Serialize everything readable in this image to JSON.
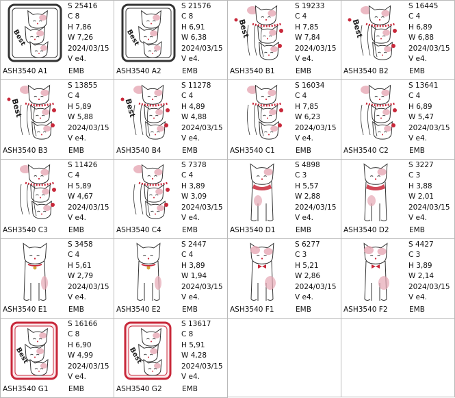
{
  "designs": [
    {
      "code": "ASH3540  A1",
      "format": "EMB",
      "s": "S  25416",
      "c": "C  8",
      "h": "H  7,86",
      "w": "W  7,26",
      "date": "2024/03/15",
      "v": "V  e4.",
      "kind": "frame-cats"
    },
    {
      "code": "ASH3540  A2",
      "format": "EMB",
      "s": "S  21576",
      "c": "C  8",
      "h": "H  6,91",
      "w": "W  6,38",
      "date": "2024/03/15",
      "v": "V  e4.",
      "kind": "frame-cats"
    },
    {
      "code": "ASH3540  B1",
      "format": "EMB",
      "s": "S  19233",
      "c": "C  4",
      "h": "H  7,85",
      "w": "W  7,84",
      "date": "2024/03/15",
      "v": "V  e4.",
      "kind": "cats-text"
    },
    {
      "code": "ASH3540  B2",
      "format": "EMB",
      "s": "S  16445",
      "c": "C  4",
      "h": "H  6,89",
      "w": "W  6,88",
      "date": "2024/03/15",
      "v": "V  e4.",
      "kind": "cats-text"
    },
    {
      "code": "ASH3540  B3",
      "format": "EMB",
      "s": "S  13855",
      "c": "C  4",
      "h": "H  5,89",
      "w": "W  5,88",
      "date": "2024/03/15",
      "v": "V  e4.",
      "kind": "cats-text"
    },
    {
      "code": "ASH3540  B4",
      "format": "EMB",
      "s": "S  11278",
      "c": "C  4",
      "h": "H  4,89",
      "w": "W  4,88",
      "date": "2024/03/15",
      "v": "V  e4.",
      "kind": "cats-text"
    },
    {
      "code": "ASH3540  C1",
      "format": "EMB",
      "s": "S  16034",
      "c": "C  4",
      "h": "H  7,85",
      "w": "W  6,23",
      "date": "2024/03/15",
      "v": "V  e4.",
      "kind": "cats"
    },
    {
      "code": "ASH3540  C2",
      "format": "EMB",
      "s": "S  13641",
      "c": "C  4",
      "h": "H  6,89",
      "w": "W  5,47",
      "date": "2024/03/15",
      "v": "V  e4.",
      "kind": "cats"
    },
    {
      "code": "ASH3540  C3",
      "format": "EMB",
      "s": "S  11426",
      "c": "C  4",
      "h": "H  5,89",
      "w": "W  4,67",
      "date": "2024/03/15",
      "v": "V  e4.",
      "kind": "cats"
    },
    {
      "code": "ASH3540  C4",
      "format": "EMB",
      "s": "S  7378",
      "c": "C  4",
      "h": "H  3,89",
      "w": "W  3,09",
      "date": "2024/03/15",
      "v": "V  e4.",
      "kind": "cats"
    },
    {
      "code": "ASH3540  D1",
      "format": "EMB",
      "s": "S  4898",
      "c": "C  3",
      "h": "H  5,57",
      "w": "W  2,88",
      "date": "2024/03/15",
      "v": "V  e4.",
      "kind": "cat-scarf"
    },
    {
      "code": "ASH3540  D2",
      "format": "EMB",
      "s": "S  3227",
      "c": "C  3",
      "h": "H  3,88",
      "w": "W  2,01",
      "date": "2024/03/15",
      "v": "V  e4.",
      "kind": "cat-scarf"
    },
    {
      "code": "ASH3540  E1",
      "format": "EMB",
      "s": "S  3458",
      "c": "C  4",
      "h": "H  5,61",
      "w": "W  2,79",
      "date": "2024/03/15",
      "v": "V  e4.",
      "kind": "cat-bell"
    },
    {
      "code": "ASH3540  E2",
      "format": "EMB",
      "s": "S  2447",
      "c": "C  4",
      "h": "H  3,89",
      "w": "W  1,94",
      "date": "2024/03/15",
      "v": "V  e4.",
      "kind": "cat-bell"
    },
    {
      "code": "ASH3540  F1",
      "format": "EMB",
      "s": "S  6277",
      "c": "C  3",
      "h": "H  5,21",
      "w": "W  2,86",
      "date": "2024/03/15",
      "v": "V  e4.",
      "kind": "cat-bow"
    },
    {
      "code": "ASH3540  F2",
      "format": "EMB",
      "s": "S  4427",
      "c": "C  3",
      "h": "H  3,89",
      "w": "W  2,14",
      "date": "2024/03/15",
      "v": "V  e4.",
      "kind": "cat-bow"
    },
    {
      "code": "ASH3540  G1",
      "format": "EMB",
      "s": "S  16166",
      "c": "C  8",
      "h": "H  6,90",
      "w": "W  4,99",
      "date": "2024/03/15",
      "v": "V  e4.",
      "kind": "red-frame"
    },
    {
      "code": "ASH3540  G2",
      "format": "EMB",
      "s": "S  13617",
      "c": "C  8",
      "h": "H  5,91",
      "w": "W  4,28",
      "date": "2024/03/15",
      "v": "V  e4.",
      "kind": "red-frame"
    }
  ],
  "colors": {
    "border": "#b9b9b9",
    "pink": "#e6a7b4",
    "red": "#c8283a",
    "outline": "#333333"
  }
}
